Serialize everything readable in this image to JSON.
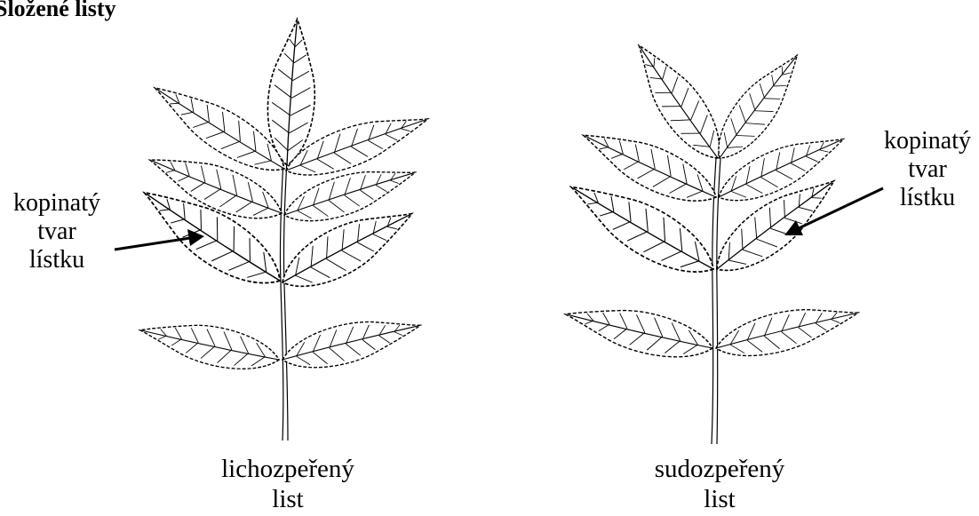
{
  "title": "Složené listy",
  "leaf_left": {
    "caption": [
      "lichozpeřený",
      "list"
    ],
    "callout": [
      "kopinatý",
      "tvar",
      "lístku"
    ]
  },
  "leaf_right": {
    "caption": [
      "sudozpeřený",
      "list"
    ],
    "callout": [
      "kopinatý",
      "tvar",
      "lístku"
    ]
  }
}
